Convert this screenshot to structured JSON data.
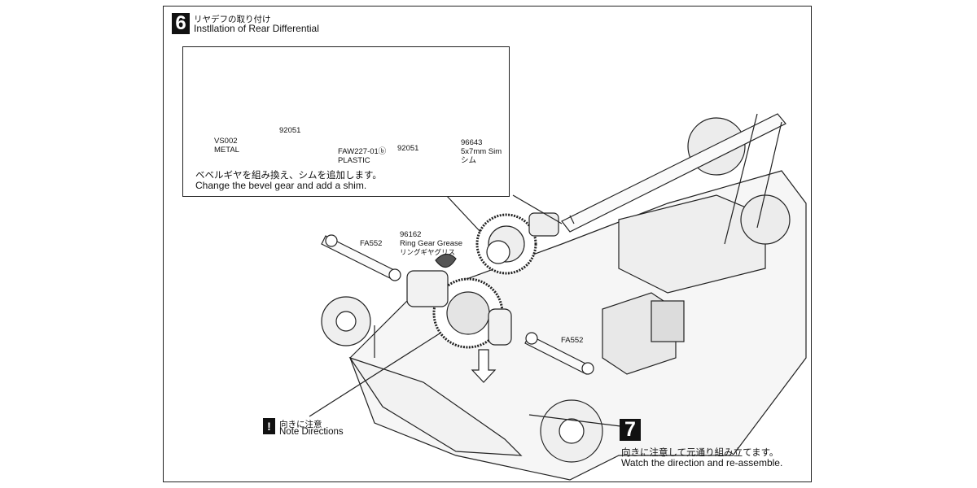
{
  "step6": {
    "number": "6",
    "title_jp": "リヤデフの取り付け",
    "title_en": "Instllation of Rear Differential"
  },
  "inset": {
    "part_vs002": "VS002",
    "part_vs002_material": "METAL",
    "pin_left": "92051",
    "part_faw227": "FAW227-01ⓑ",
    "part_faw227_material": "PLASTIC",
    "pin_right": "92051",
    "shim_code": "96643",
    "shim_size": "5x7mm Sim",
    "shim_jp": "シム",
    "note_jp": "ベベルギヤを組み換え、シムを追加します。",
    "note_en": "Change the bevel gear and add a shim."
  },
  "main": {
    "shaft_left": "FA552",
    "shaft_right": "FA552",
    "grease_code": "96162",
    "grease_en": "Ring Gear Grease",
    "grease_jp": "リングギヤグリス",
    "warning_symbol": "!",
    "note_dir_jp": "向きに注意",
    "note_dir_en": "Note Directions"
  },
  "step7": {
    "number": "7",
    "text_jp": "向きに注意して元通り組み立てます。",
    "text_en": "Watch the direction and re-assemble."
  }
}
